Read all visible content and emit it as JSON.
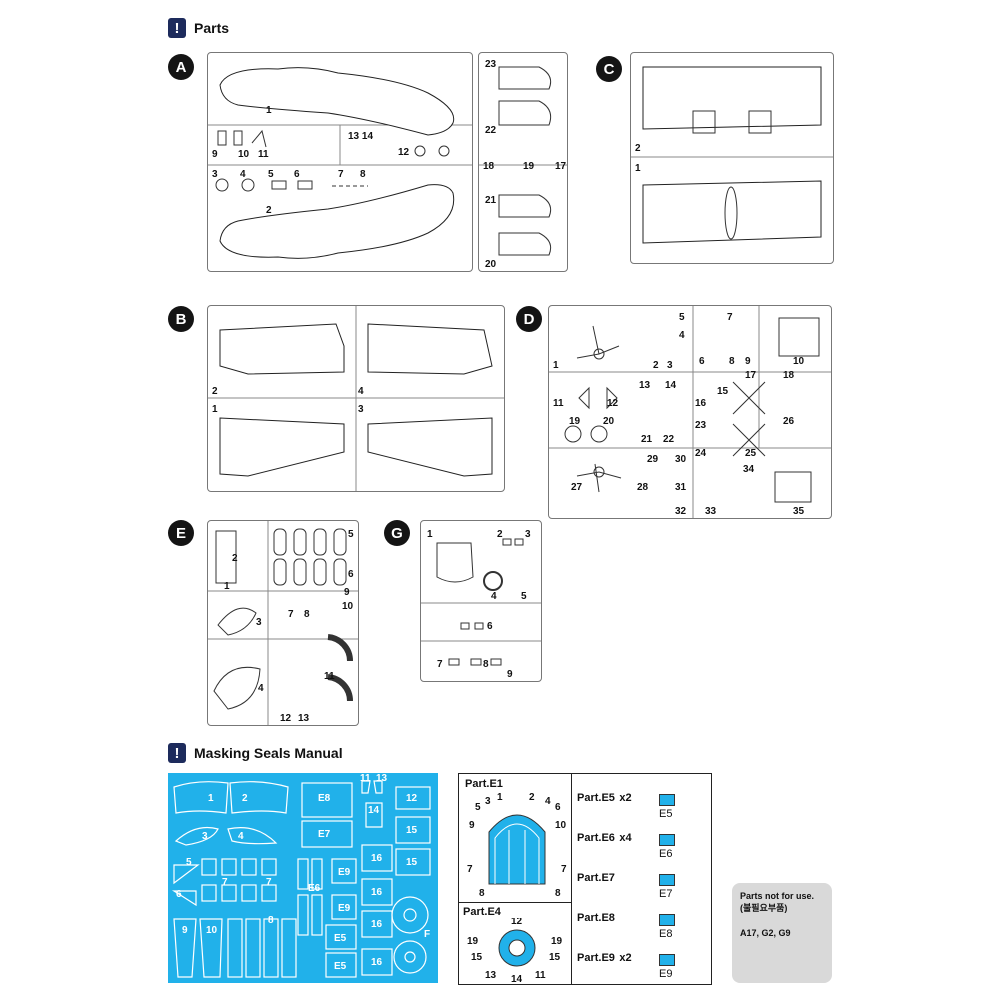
{
  "sections": {
    "parts_title": "Parts",
    "masking_title": "Masking Seals Manual"
  },
  "sprues": {
    "A": "A",
    "B": "B",
    "C": "C",
    "D": "D",
    "E": "E",
    "G": "G"
  },
  "masking": {
    "labels": [
      "1",
      "2",
      "3",
      "4",
      "5",
      "6",
      "7",
      "7",
      "8",
      "9",
      "10",
      "11",
      "13",
      "14",
      "E8",
      "E7",
      "E6",
      "E9",
      "E9",
      "E5",
      "E5",
      "12",
      "15",
      "15",
      "16",
      "16",
      "16",
      "16",
      "F"
    ]
  },
  "guide": {
    "e1_title": "Part.E1",
    "e4_title": "Part.E4",
    "items": [
      {
        "label": "Part.E5",
        "qty": "x2",
        "code": "E5"
      },
      {
        "label": "Part.E6",
        "qty": "x4",
        "code": "E6"
      },
      {
        "label": "Part.E7",
        "qty": "",
        "code": "E7"
      },
      {
        "label": "Part.E8",
        "qty": "",
        "code": "E8"
      },
      {
        "label": "Part.E9",
        "qty": "x2",
        "code": "E9"
      }
    ]
  },
  "note": {
    "line1": "Parts not for use.",
    "line2": "(불필요부품)",
    "line3": "A17, G2, G9"
  },
  "colors": {
    "mask_blue": "#21b1ea",
    "badge": "#141414",
    "title_icon": "#1d2b5c"
  }
}
